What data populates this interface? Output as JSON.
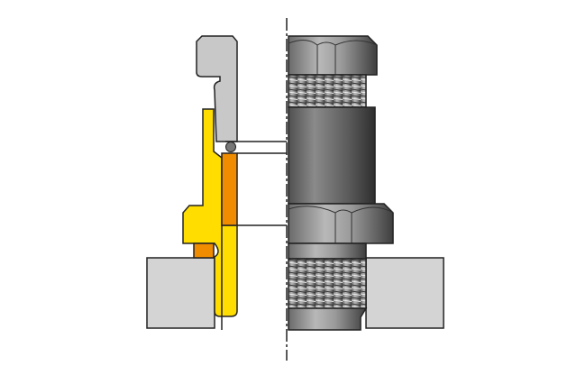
{
  "diagram": {
    "colors": {
      "background": "#ffffff",
      "wall_panel": "#d4d4d4",
      "gland_body_gray": "#c8c8c8",
      "clamp_yellow": "#ffdd00",
      "seal_orange": "#f08c00",
      "metal_dark": "#5a5a5a",
      "outline": "#222222"
    },
    "parts": [
      "wall-panel-left",
      "wall-panel-right",
      "cap-section",
      "clamp-body",
      "seal-insert",
      "washer",
      "o-ring-ball",
      "top-nut",
      "upper-thread",
      "cylinder-body",
      "lower-nut",
      "lower-thread",
      "centerline"
    ]
  }
}
